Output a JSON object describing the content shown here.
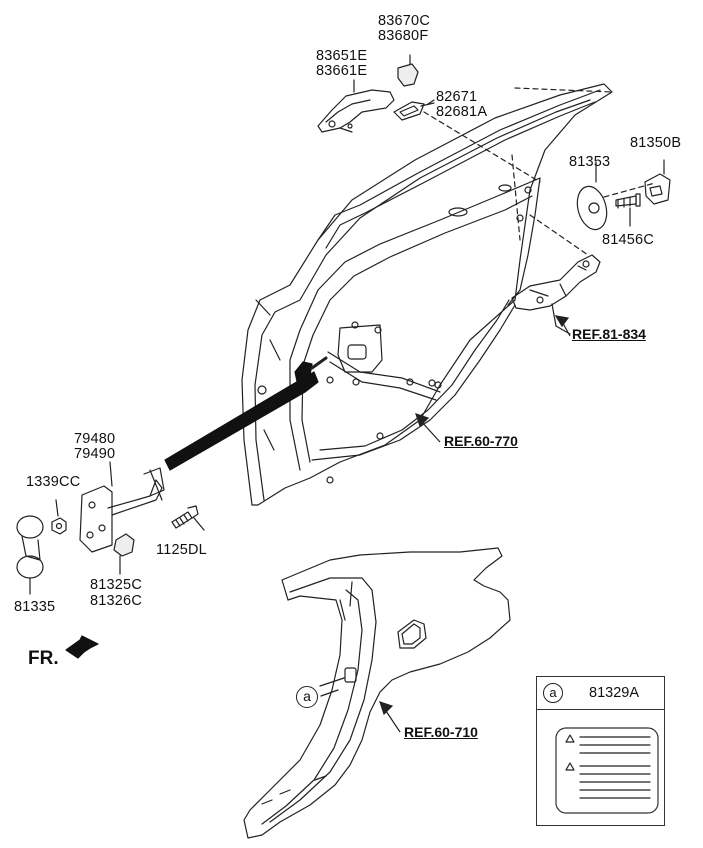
{
  "labels": {
    "handle_cover": [
      "83670C",
      "83680F"
    ],
    "outside_handle": [
      "83651E",
      "83661E"
    ],
    "handle_gasket": [
      "82671",
      "82681A"
    ],
    "striker_plate": "81353",
    "striker": "81350B",
    "striker_screw": "81456C",
    "checker": [
      "79480",
      "79490"
    ],
    "nut": "1339CC",
    "bolt": "1125DL",
    "cap": [
      "81325C",
      "81326C"
    ],
    "bumper": "81335",
    "legend_part": "81329A"
  },
  "refs": {
    "latch": "REF.81-834",
    "door_panel": "REF.60-770",
    "side_panel": "REF.60-710"
  },
  "callout_letter": "a",
  "direction": "FR."
}
